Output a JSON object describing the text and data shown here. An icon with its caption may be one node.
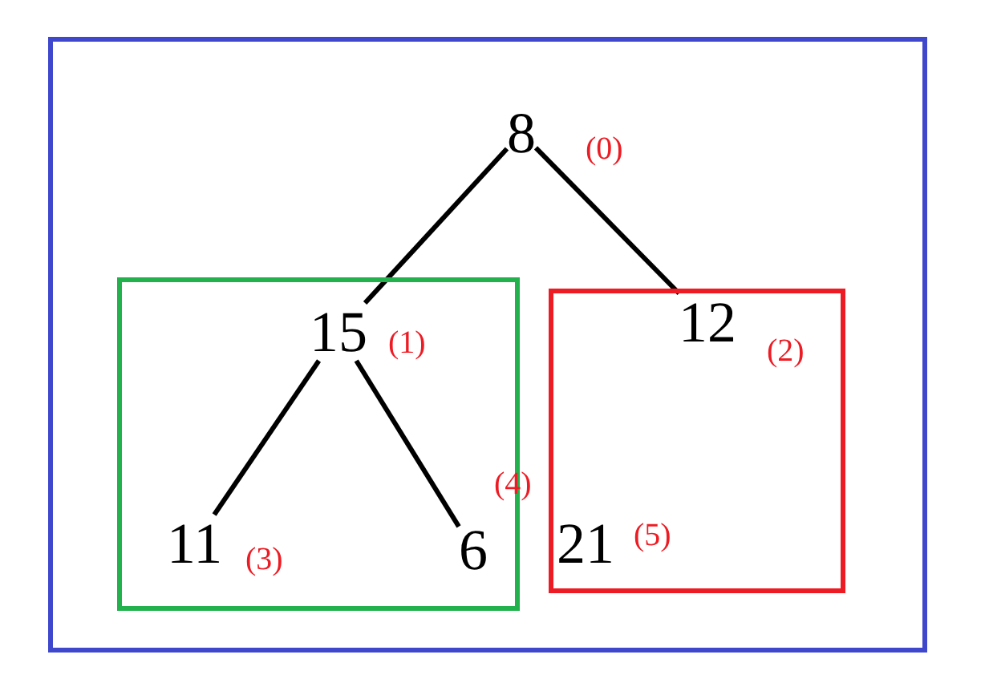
{
  "diagram": {
    "nodes": [
      {
        "text": [],
        "shape": "box"
      },
      {
        "text": [
          "8"
        ],
        "beside": [
          "(0)"
        ],
        "in": 0
      },
      {
        "text": [],
        "shape": "box",
        "in": 0
      },
      {
        "text": [
          "15"
        ],
        "beside": [
          "(1)"
        ],
        "in": 2
      },
      {
        "text": [],
        "shape": "box",
        "in": 0
      },
      {
        "text": [
          "12"
        ],
        "beside": [
          "(2)"
        ],
        "in": 4
      },
      {
        "text": [
          "11"
        ],
        "beside": [
          "(3)"
        ],
        "in": 2
      },
      {
        "text": [
          "6"
        ],
        "beside": [
          "(4)"
        ],
        "in": 2
      },
      {
        "text": [
          "21"
        ],
        "beside": [
          "(5)"
        ],
        "in": 4
      }
    ],
    "edges": [
      {
        "from": 1,
        "to": 3,
        "arrow": "none"
      },
      {
        "from": 1,
        "to": 5,
        "arrow": "none"
      },
      {
        "from": 3,
        "to": 6,
        "arrow": "none"
      },
      {
        "from": 3,
        "to": 7,
        "arrow": "none"
      }
    ]
  }
}
